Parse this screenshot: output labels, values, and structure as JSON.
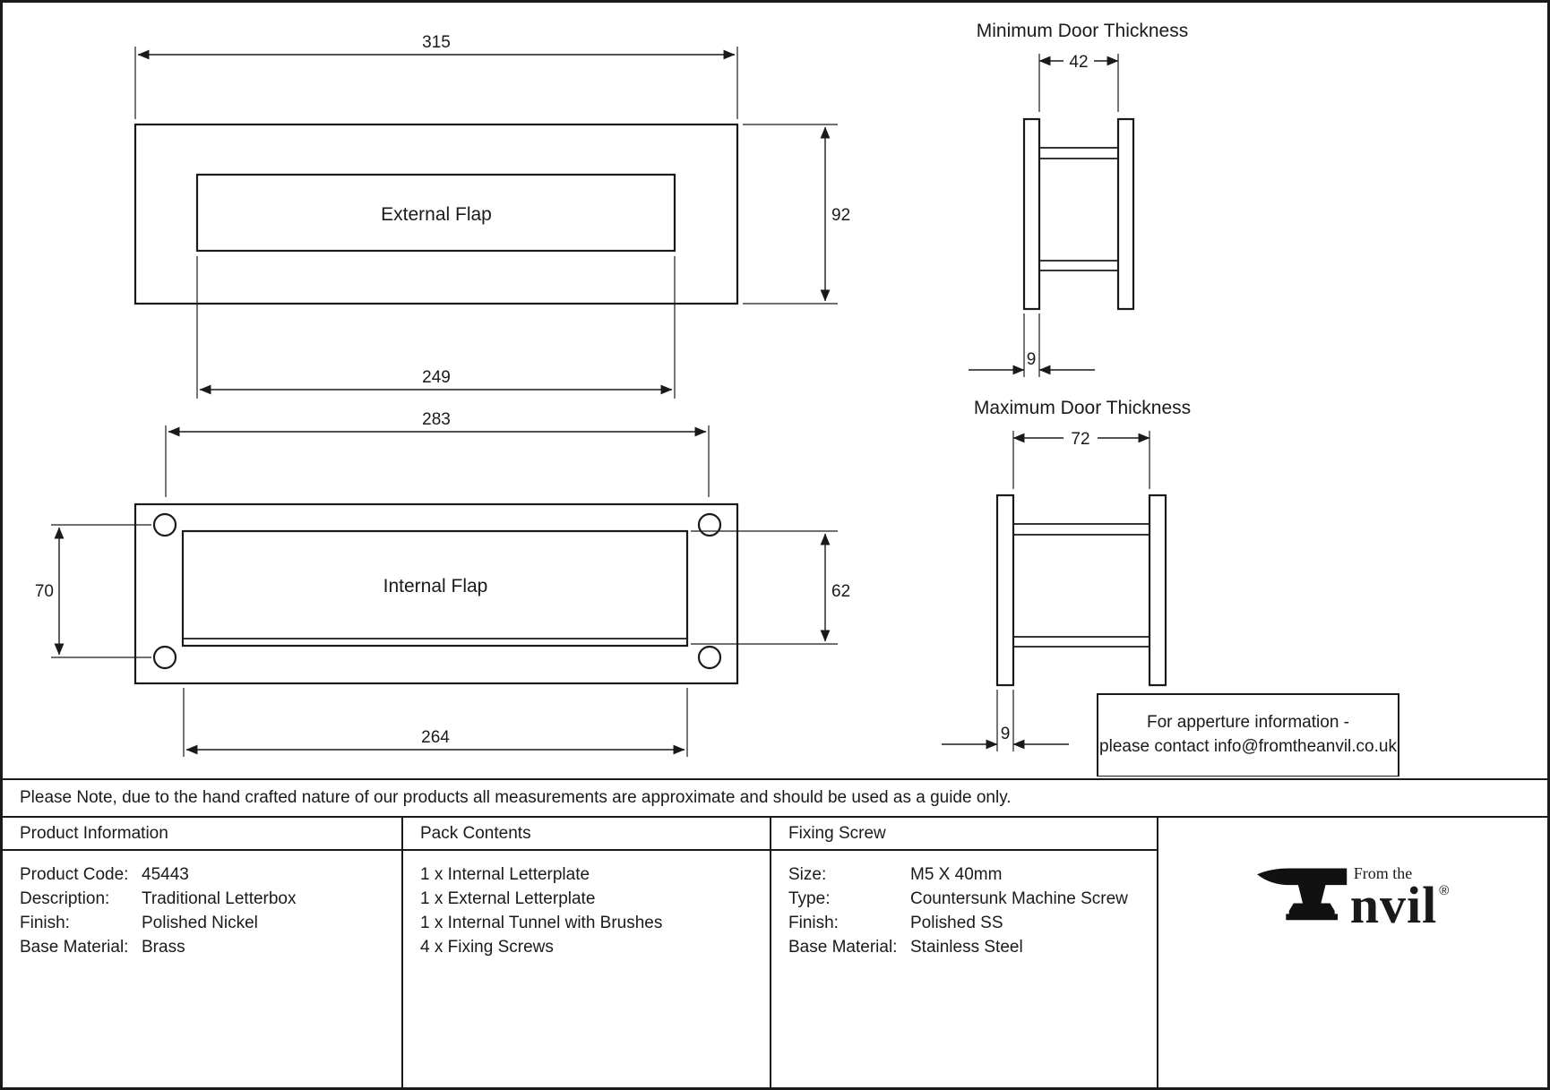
{
  "ink": "#1a1a1a",
  "drawings": {
    "external_flap": {
      "label": "External Flap",
      "overall_width": "315",
      "overall_height": "92",
      "flap_width": "249"
    },
    "internal_flap": {
      "label": "Internal Flap",
      "hole_spacing_width": "283",
      "hole_spacing_height": "70",
      "flap_height": "62",
      "flap_width": "264"
    },
    "min_door": {
      "title": "Minimum Door Thickness",
      "thickness": "42",
      "plate_thickness": "9"
    },
    "max_door": {
      "title": "Maximum Door Thickness",
      "thickness": "72",
      "plate_thickness": "9"
    }
  },
  "contact_box": {
    "line1": "For apperture information -",
    "line2": "please contact info@fromtheanvil.co.uk"
  },
  "note": "Please Note, due to the hand crafted nature of our products all measurements are approximate and should be used as a guide only.",
  "table": {
    "product_information": {
      "header": "Product Information",
      "rows": [
        {
          "label": "Product Code:",
          "value": "45443"
        },
        {
          "label": "Description:",
          "value": "Traditional Letterbox"
        },
        {
          "label": "Finish:",
          "value": "Polished Nickel"
        },
        {
          "label": "Base Material:",
          "value": "Brass"
        }
      ]
    },
    "pack_contents": {
      "header": "Pack Contents",
      "items": [
        "1 x Internal Letterplate",
        "1 x External Letterplate",
        "1 x Internal Tunnel with Brushes",
        "4 x Fixing Screws"
      ]
    },
    "fixing_screw": {
      "header": "Fixing Screw",
      "rows": [
        {
          "label": "Size:",
          "value": "M5 X 40mm"
        },
        {
          "label": "Type:",
          "value": "Countersunk Machine Screw"
        },
        {
          "label": "Finish:",
          "value": "Polished SS"
        },
        {
          "label": "Base Material:",
          "value": "Stainless Steel"
        }
      ]
    }
  },
  "brand": {
    "tagline": "From the",
    "name_rest": "nvil",
    "registered": "®"
  }
}
